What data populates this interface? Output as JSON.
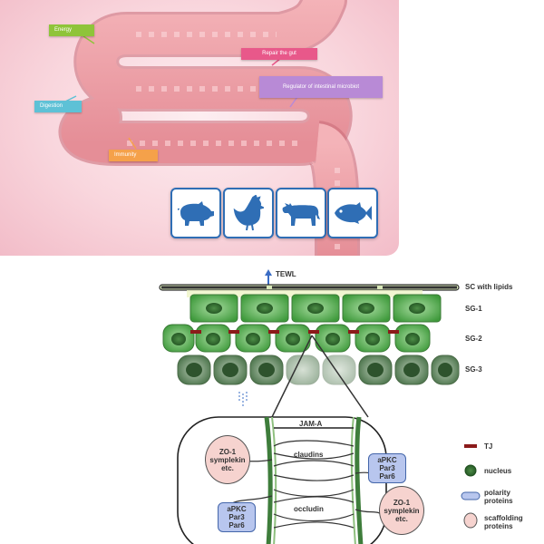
{
  "gut_panel": {
    "labels": {
      "energy": "Energy",
      "repair_gut": "Repair the gut",
      "regulator": "Regulator of intestinal microbiot",
      "digestion": "Digestion",
      "immunity": "Immunity"
    },
    "animal_icons": [
      "pig-icon",
      "chicken-icon",
      "cow-icon",
      "fish-icon"
    ],
    "colors": {
      "energy": "#8fc43a",
      "repair": "#e8588a",
      "regulator": "#b88ad6",
      "digestion": "#5ec1d6",
      "immunity": "#f5a14a",
      "icon_blue": "#2f6eb5"
    }
  },
  "skin_panel": {
    "tewl": "TEWL",
    "layers": [
      "SC with lipids",
      "SG-1",
      "SG-2",
      "SG-3"
    ],
    "jam_a": "JAM-A",
    "claudins": "claudins",
    "occludin": "occludin",
    "zo1_top": [
      "ZO-1",
      "symplekin",
      "etc."
    ],
    "zo1_bottom": [
      "ZO-1",
      "symplekin",
      "etc."
    ],
    "apkc_right": [
      "aPKC",
      "Par3",
      "Par6"
    ],
    "apkc_left": [
      "aPKC",
      "Par3",
      "Par6"
    ],
    "legend": {
      "tj": "TJ",
      "nucleus": "nucleus",
      "polarity": [
        "polarity",
        "proteins"
      ],
      "scaffolding": [
        "scaffolding",
        "proteins"
      ]
    },
    "colors": {
      "cell_green": "#5fb85a",
      "tj": "#8b1a1a",
      "polarity": "#b8c6ee",
      "scaffold": "#f6d3cf"
    }
  }
}
